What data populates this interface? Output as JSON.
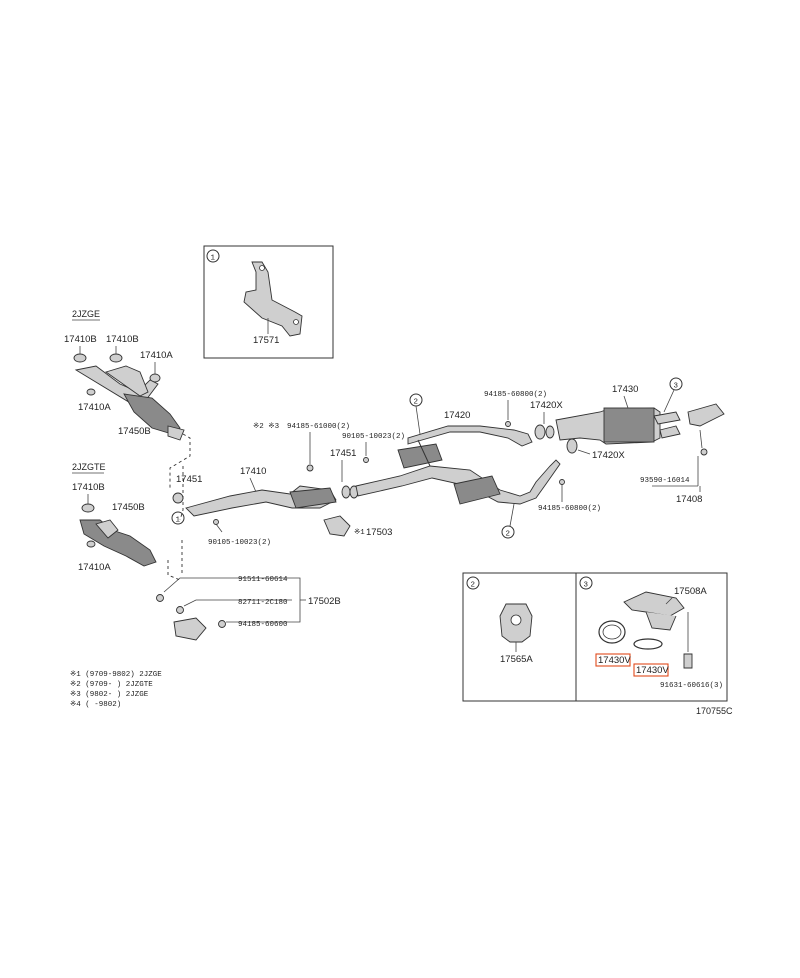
{
  "labels": {
    "engine_2jzge": "2JZGE",
    "engine_2jzgte": "2JZGTE",
    "p17410b_a": "17410B",
    "p17410b_b": "17410B",
    "p17410a_a": "17410A",
    "p17410a_b": "17410A",
    "p17450b_a": "17450B",
    "p17410b_c": "17410B",
    "p17450b_b": "17450B",
    "p17410a_c": "17410A",
    "p17571": "17571",
    "p17451_a": "17451",
    "p17410": "17410",
    "p17451_b": "17451",
    "p17420": "17420",
    "p17430": "17430",
    "p17420x_a": "17420X",
    "p17420x_b": "17420X",
    "p17503": "17503",
    "p17408": "17408",
    "p17502b": "17502B",
    "p17565a": "17565A",
    "p17508a": "17508A",
    "p17430v_a": "17430V",
    "p17430v_b": "17430V",
    "bolt_94185_61000": "94185-61000(2)",
    "bolt_90105_a": "90105-10023(2)",
    "bolt_90105_b": "90105-10023(2)",
    "bolt_94185_60800_a": "94185-60800(2)",
    "bolt_94185_60800_b": "94185-60800(2)",
    "bolt_93590": "93590-16014",
    "bolt_91511": "91511-60614",
    "bolt_82711": "82711-2C180",
    "bolt_94185_60600": "94185-60600",
    "bolt_91631": "91631-60616(3)",
    "note_mark_23": "※2 ※3",
    "note_mark_1": "※1",
    "callout_1": "1",
    "callout_2": "2",
    "callout_3": "3",
    "diagram_code": "170755C"
  },
  "notes": [
    "※1 (9709-9802) 2JZGE",
    "※2 (9709-      ) 2JZGTE",
    "※3 (9802-      ) 2JZGE",
    "※4 (      -9802)"
  ],
  "colors": {
    "highlight": "#e04a1c",
    "line": "#333333",
    "part_fill": "#cfcfcf"
  }
}
